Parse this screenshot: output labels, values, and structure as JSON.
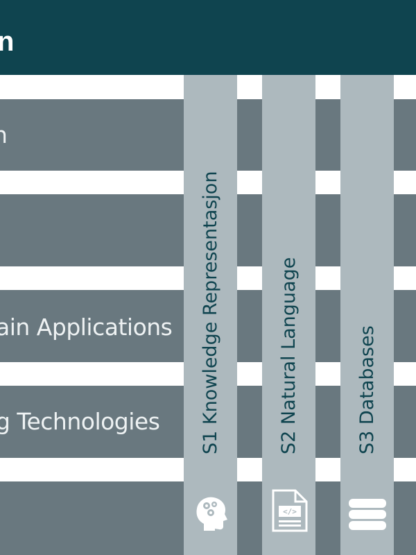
{
  "header": {
    "title_fragment": "n"
  },
  "rows": [
    {
      "label": "n"
    },
    {
      "label": ""
    },
    {
      "label": "ain Applications"
    },
    {
      "label": "g Technologies"
    },
    {
      "label": ""
    }
  ],
  "columns": [
    {
      "label": "S1 Knowledge Representasjon",
      "icon": "brain-gears-icon"
    },
    {
      "label": "S2 Natural Language",
      "icon": "code-document-icon"
    },
    {
      "label": "S3 Databases",
      "icon": "database-stack-icon"
    }
  ],
  "colors": {
    "header": "#0f444f",
    "row": "#69787f",
    "column": "#adb9be",
    "icon": "#ffffff"
  }
}
